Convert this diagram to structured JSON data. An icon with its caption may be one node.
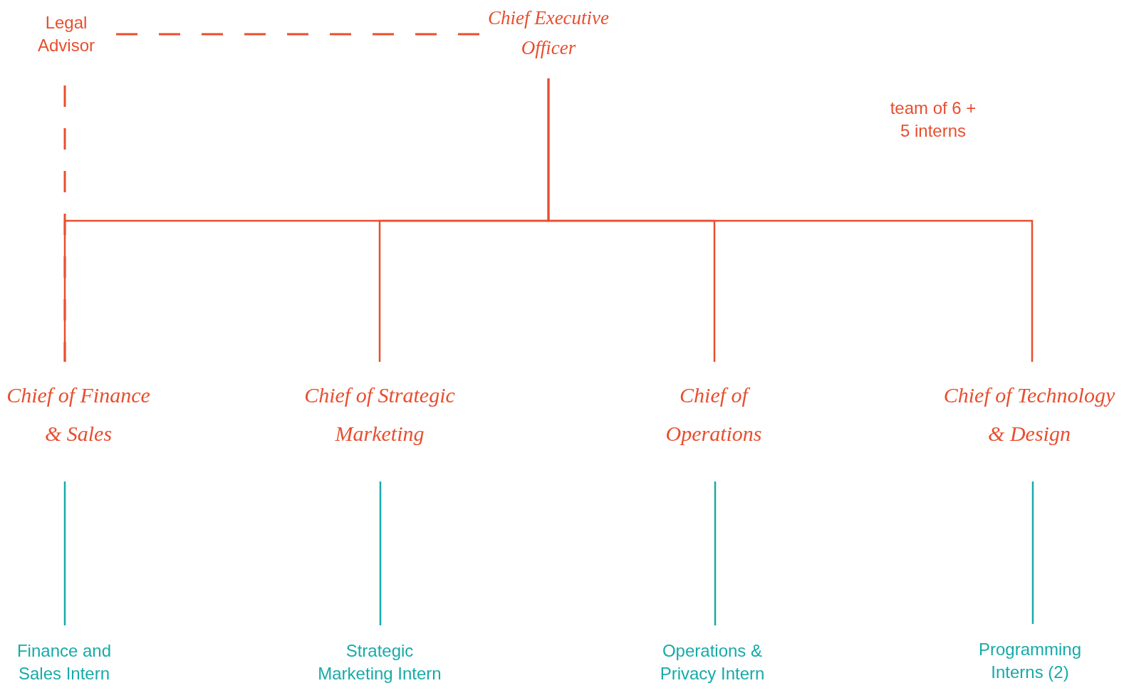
{
  "diagram": {
    "nodes": [
      {
        "text": [
          "Legal Advisor"
        ]
      },
      {
        "text": [
          "Chief Executive Officer"
        ]
      },
      {
        "text": [
          "Chief of Finance & Sales"
        ]
      },
      {
        "text": [
          "Chief of Strategic Marketing"
        ]
      },
      {
        "text": [
          "Chief of Operations"
        ]
      },
      {
        "text": [
          "Chief of Technology & Design"
        ]
      },
      {
        "text": [
          "Finance and Sales Intern"
        ]
      },
      {
        "text": [
          "Strategic Marketing Intern"
        ]
      },
      {
        "text": [
          "Operations & Privacy Intern"
        ]
      },
      {
        "text": [
          "Programming Interns (2)"
        ]
      }
    ],
    "edges": [
      {
        "from": 0,
        "to": 1,
        "arrow": "none",
        "style": "dashed"
      },
      {
        "from": 0,
        "to": 2,
        "arrow": "none",
        "style": "dashed"
      },
      {
        "from": 1,
        "to": 2,
        "arrow": "none"
      },
      {
        "from": 1,
        "to": 3,
        "arrow": "none"
      },
      {
        "from": 1,
        "to": 4,
        "arrow": "none"
      },
      {
        "from": 1,
        "to": 5,
        "arrow": "none"
      },
      {
        "from": 2,
        "to": 6,
        "arrow": "none",
        "color": "#17aaa8"
      },
      {
        "from": 3,
        "to": 7,
        "arrow": "none",
        "color": "#17aaa8"
      },
      {
        "from": 4,
        "to": 8,
        "arrow": "none",
        "color": "#17aaa8"
      },
      {
        "from": 5,
        "to": 9,
        "arrow": "none",
        "color": "#17aaa8"
      }
    ],
    "labels": [
      "team of 6 + 5 interns"
    ]
  }
}
